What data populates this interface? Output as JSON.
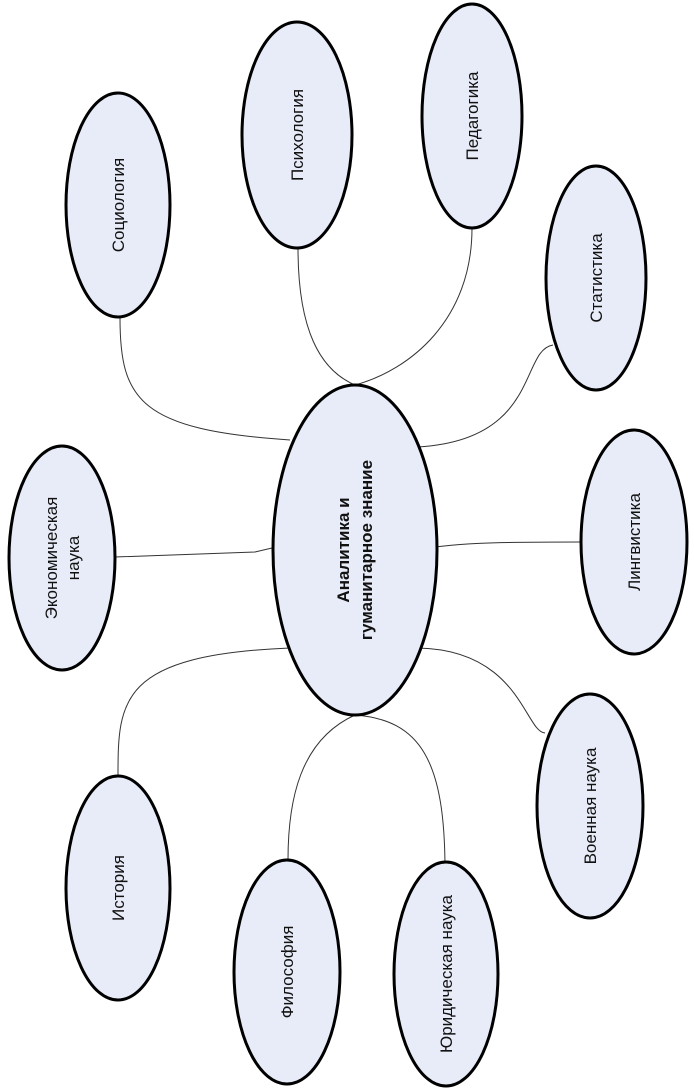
{
  "diagram": {
    "center": {
      "line1": "Аналитика и",
      "line2": "гуманитарное знание"
    },
    "nodes": {
      "sociology": "Социология",
      "psychology": "Психология",
      "pedagogy": "Педагогика",
      "statistics": "Статистика",
      "economics_line1": "Экономическая",
      "economics_line2": "наука",
      "linguistics": "Лингвистика",
      "history": "История",
      "philosophy": "Философия",
      "law": "Юридическая наука",
      "military": "Военная наука"
    },
    "colors": {
      "node_fill": "#e8ecf8",
      "node_stroke": "#000000",
      "connector": "#333333"
    }
  }
}
